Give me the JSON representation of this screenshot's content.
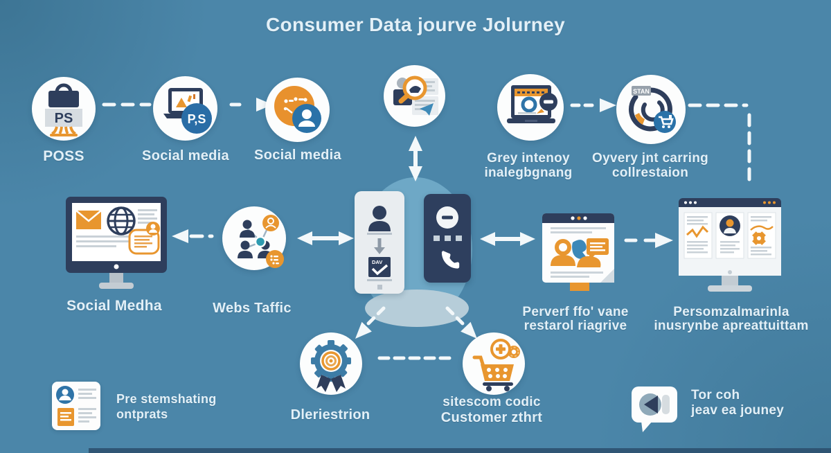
{
  "title": "Consumer Data jourve Jolurney",
  "colors": {
    "background": "#4b86a9",
    "circle_white": "#fcfdfd",
    "navy": "#2e3e5c",
    "orange": "#e8962f",
    "blue_accent": "#2a72a8",
    "teal": "#2e9bb0",
    "label_text": "#e3f0f7",
    "arrow_white": "#f3f8fa"
  },
  "nodes": {
    "pos": {
      "label": "POSS",
      "device_text": "PS"
    },
    "social_laptop": {
      "label": "Social media",
      "badge": "P,S"
    },
    "social_network": {
      "label": "Social media"
    },
    "identity_search": {
      "label": ""
    },
    "data_collection": {
      "line1": "Grey intenoy",
      "line2": "inalegbgnang"
    },
    "query_rings": {
      "line1": "Oyvery jnt carring",
      "line2": "collrestaion",
      "badge": "STAN"
    },
    "social_monitor": {
      "label": "Social Medha"
    },
    "web_traffic": {
      "label": "Webs Taffic"
    },
    "phone_profile": {
      "box_text": "DAV"
    },
    "profile_page": {
      "line1": "Perverf ffo' vane",
      "line2": "restarol riagrive"
    },
    "personalization": {
      "line1": "Persomzalmarinla",
      "line2": "inusrynbe apreattuittam"
    },
    "decision_gear": {
      "label": "Dleriestrion"
    },
    "customer_cart": {
      "line1": "sitescom codic",
      "line2": "Customer zthrt"
    },
    "prospect_card": {
      "line1": "Pre stemshating",
      "line2": "ontprats"
    },
    "journey_bubble": {
      "line1": "Tor coh",
      "line2": "jeav ea jouney"
    }
  },
  "icons": {
    "pos-terminal-icon": "briefcase on stand with PS plate",
    "laptop-warning-icon": "laptop with alert and PS badge",
    "social-blob-person-icon": "orange flowchart blob with person badge",
    "search-profile-icon": "person with magnifier and documents",
    "browser-ring-icon": "browser window with ring and minus badge",
    "radar-rings-icon": "broken rings with tag and cart badge",
    "monitor-globe-mail-icon": "desktop with envelope, globe, chat bubble",
    "people-network-icon": "three people linked to hub node",
    "phone-person-check-icon": "light phone with person and DAV check box",
    "phone-call-icon": "dark phone with minus and handset",
    "profile-page-icon": "browser page with people and speech box",
    "personalized-dashboard-icon": "monitor with avatar, chart and gear panels",
    "gear-medal-icon": "blue gear with orange target and ribbons",
    "cart-plus-icon": "orange shopping cart with plus badge",
    "contact-card-icon": "card with avatar and text lines",
    "chat-play-bubble-icon": "speech bubble with play chart"
  }
}
